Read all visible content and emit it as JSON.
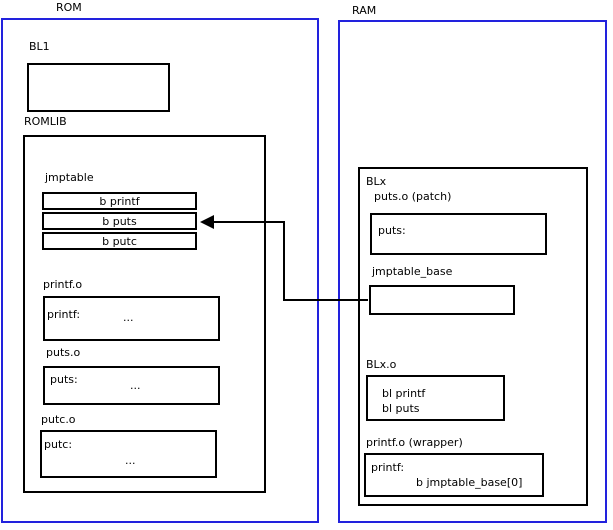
{
  "colors": {
    "container_border": "#2222dd",
    "box_border": "#000000",
    "background": "#ffffff",
    "text": "#000000"
  },
  "rom": {
    "label": "ROM",
    "bl1": {
      "label": "BL1"
    },
    "romlib": {
      "label": "ROMLIB",
      "jmptable": {
        "label": "jmptable",
        "rows": [
          "b printf",
          "b puts",
          "b putc"
        ]
      },
      "printf_o": {
        "label": "printf.o",
        "symbol": "printf:",
        "body": "..."
      },
      "puts_o": {
        "label": "puts.o",
        "symbol": "puts:",
        "body": "..."
      },
      "putc_o": {
        "label": "putc.o",
        "symbol": "putc:",
        "body": "..."
      }
    }
  },
  "ram": {
    "label": "RAM",
    "blx": {
      "label": "BLx",
      "puts_patch": {
        "label": "puts.o (patch)",
        "symbol": "puts:"
      },
      "jmptable_base": {
        "label": "jmptable_base"
      },
      "blx_o": {
        "label": "BLx.o",
        "line1": "bl printf",
        "line2": "bl puts"
      },
      "printf_wrapper": {
        "label": "printf.o (wrapper)",
        "line1": "printf:",
        "line2": "b jmptable_base[0]"
      }
    }
  }
}
